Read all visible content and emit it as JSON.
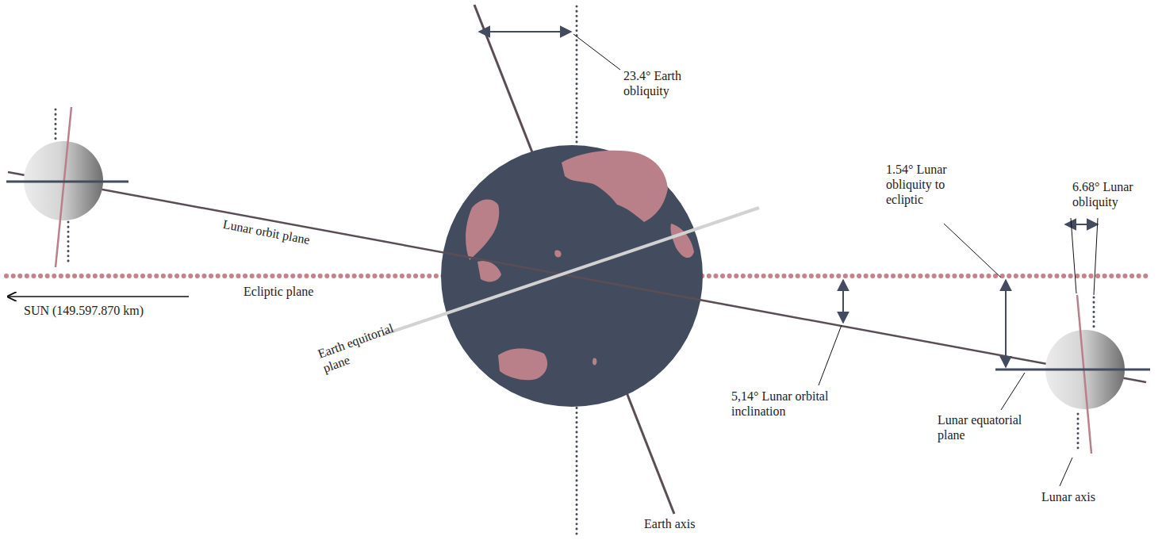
{
  "diagram": {
    "labels": [
      "23.4° Earth obliquity",
      "1.54° Lunar obliquity to ecliptic",
      "6.68° Lunar obliquity",
      "Lunar orbit plane",
      "Ecliptic plane",
      "SUN (149.597.870 km)",
      "Earth equitorial plane",
      "5,14° Lunar orbital inclination",
      "Lunar equatorial plane",
      "Lunar axis",
      "Earth axis"
    ]
  }
}
